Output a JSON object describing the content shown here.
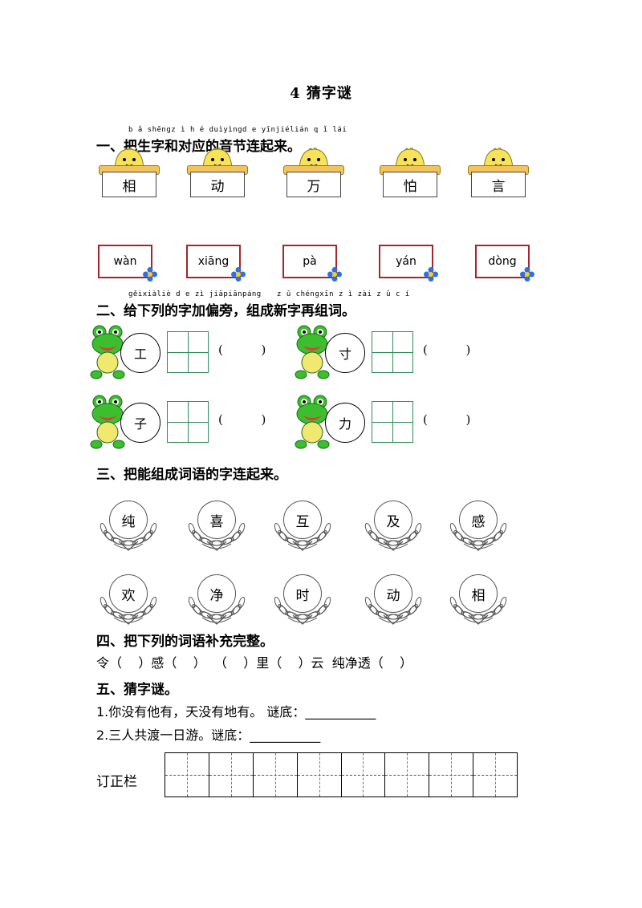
{
  "title": "4   猜字谜",
  "section1": {
    "pinyin": "b ǎ shēngz ì h é duìyìngd e yīnjiélián q ǐ lái",
    "heading": "一、把生字和对应的音节连起来。",
    "characters": [
      "相",
      "动",
      "万",
      "怕",
      "言"
    ],
    "syllables": [
      "wàn",
      "xiāng",
      "pà",
      "yán",
      "dòng"
    ]
  },
  "section2": {
    "pinyin_left": "gěixiàliè d e zì jiāpiānpáng",
    "pinyin_right": "z ǔ chéngxīn z ì zài z ǔ c í",
    "heading": "二、给下列的字加偏旁，组成新字再组词。",
    "items": [
      {
        "char": "工",
        "paren": "(          )"
      },
      {
        "char": "寸",
        "paren": "(          )"
      },
      {
        "char": "子",
        "paren": "(          )"
      },
      {
        "char": "力",
        "paren": "(          )"
      }
    ]
  },
  "section3": {
    "heading": "三、把能组成词语的字连起来。",
    "row1": [
      "纯",
      "喜",
      "互",
      "及",
      "感"
    ],
    "row2": [
      "欢",
      "净",
      "时",
      "动",
      "相"
    ]
  },
  "section4": {
    "heading": "四、把下列的词语补充完整。",
    "line": "令（    ）感（    ）  （    ）里（    ）云  纯净透（    ）"
  },
  "section5": {
    "heading": "五、猜字谜。",
    "q1": "1.你没有他有，天没有地有。 谜底：___________",
    "q2": "2.三人共渡一日游。谜底：___________"
  },
  "correction": {
    "label": "订正栏"
  },
  "colors": {
    "box_border": "#a4262c",
    "grid_green": "#2e8b57",
    "frog_green": "#3cbf2f",
    "flower_blue": "#2f6fe0"
  }
}
